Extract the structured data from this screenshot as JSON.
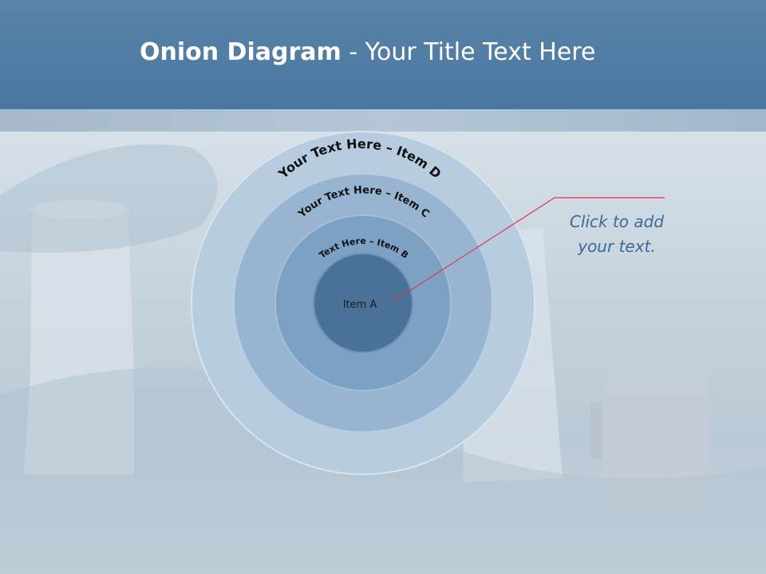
{
  "slide": {
    "title_bold": "Onion Diagram",
    "title_rest": " - Your Title Text Here"
  },
  "diagram": {
    "layers": [
      {
        "label": "Your Text Here – Item D",
        "color": "#b8ccdf"
      },
      {
        "label": "Your Text Here – Item C",
        "color": "#97b5d1"
      },
      {
        "label": "Text Here – Item B",
        "color": "#7ca1c4"
      },
      {
        "label": "Item A",
        "color": "#4a7198"
      }
    ]
  },
  "callout": {
    "line1": "Click  to add",
    "line2": "your text."
  },
  "colors": {
    "header": "#4a77a0",
    "callout_text": "#3d6a94",
    "leader_line": "#e0374a"
  }
}
